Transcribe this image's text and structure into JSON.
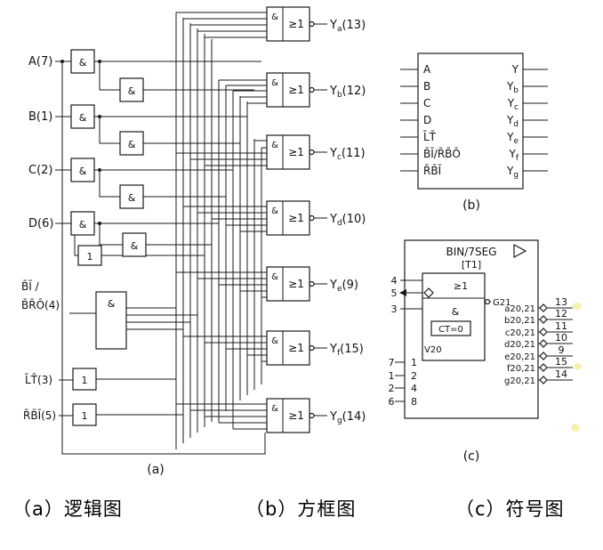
{
  "colors": {
    "ink": "#1a1a1a",
    "background": "#ffffff",
    "artifact_yellow": "#efe45e"
  },
  "logic": {
    "caption": "(a)",
    "and_label": "&",
    "or_label": "≥1",
    "buf_label": "1",
    "inputs": [
      "A(7)",
      "B(1)",
      "C(2)",
      "D(6)"
    ],
    "bi_line1": "B̄Ī /",
    "bi_line2": "B̄R̄Ō(4)",
    "lt": "L̄T̄(3)",
    "rbi": "R̄B̄Ī(5)",
    "outputs": [
      {
        "base": "Y",
        "sub": "a",
        "pin": "(13)"
      },
      {
        "base": "Y",
        "sub": "b",
        "pin": "(12)"
      },
      {
        "base": "Y",
        "sub": "c",
        "pin": "(11)"
      },
      {
        "base": "Y",
        "sub": "d",
        "pin": "(10)"
      },
      {
        "base": "Y",
        "sub": "e",
        "pin": "(9)"
      },
      {
        "base": "Y",
        "sub": "f",
        "pin": "(15)"
      },
      {
        "base": "Y",
        "sub": "g",
        "pin": "(14)"
      }
    ]
  },
  "block": {
    "caption": "(b)",
    "inputs": [
      "A",
      "B",
      "C",
      "D",
      "L̄T̄",
      "B̄Ī/R̄B̄Ō",
      "R̄B̄Ī"
    ],
    "outputs": [
      {
        "base": "Y",
        "sub": ""
      },
      {
        "base": "Y",
        "sub": "b"
      },
      {
        "base": "Y",
        "sub": "c"
      },
      {
        "base": "Y",
        "sub": "d"
      },
      {
        "base": "Y",
        "sub": "e"
      },
      {
        "base": "Y",
        "sub": "f"
      },
      {
        "base": "Y",
        "sub": "g"
      }
    ]
  },
  "symbol": {
    "caption": "(c)",
    "title": "BIN/7SEG",
    "designator": "[T1]",
    "or_label": "≥1",
    "and_label": "&",
    "g_label": "G21",
    "ct_label": "CT=0",
    "v_label": "V20",
    "pins_top": [
      "4",
      "5",
      "3"
    ],
    "pins_bottom": [
      "7",
      "1",
      "2",
      "6"
    ],
    "weights": [
      "1",
      "2",
      "4",
      "8"
    ],
    "outputs": [
      {
        "label": "a20,21",
        "pin": "13"
      },
      {
        "label": "b20,21",
        "pin": "12"
      },
      {
        "label": "c20,21",
        "pin": "11"
      },
      {
        "label": "d20,21",
        "pin": "10"
      },
      {
        "label": "e20,21",
        "pin": "9"
      },
      {
        "label": "f20,21",
        "pin": "15"
      },
      {
        "label": "g20,21",
        "pin": "14"
      }
    ]
  },
  "captions": {
    "a": "（a）逻辑图",
    "b": "（b）方框图",
    "c": "（c）符号图"
  }
}
